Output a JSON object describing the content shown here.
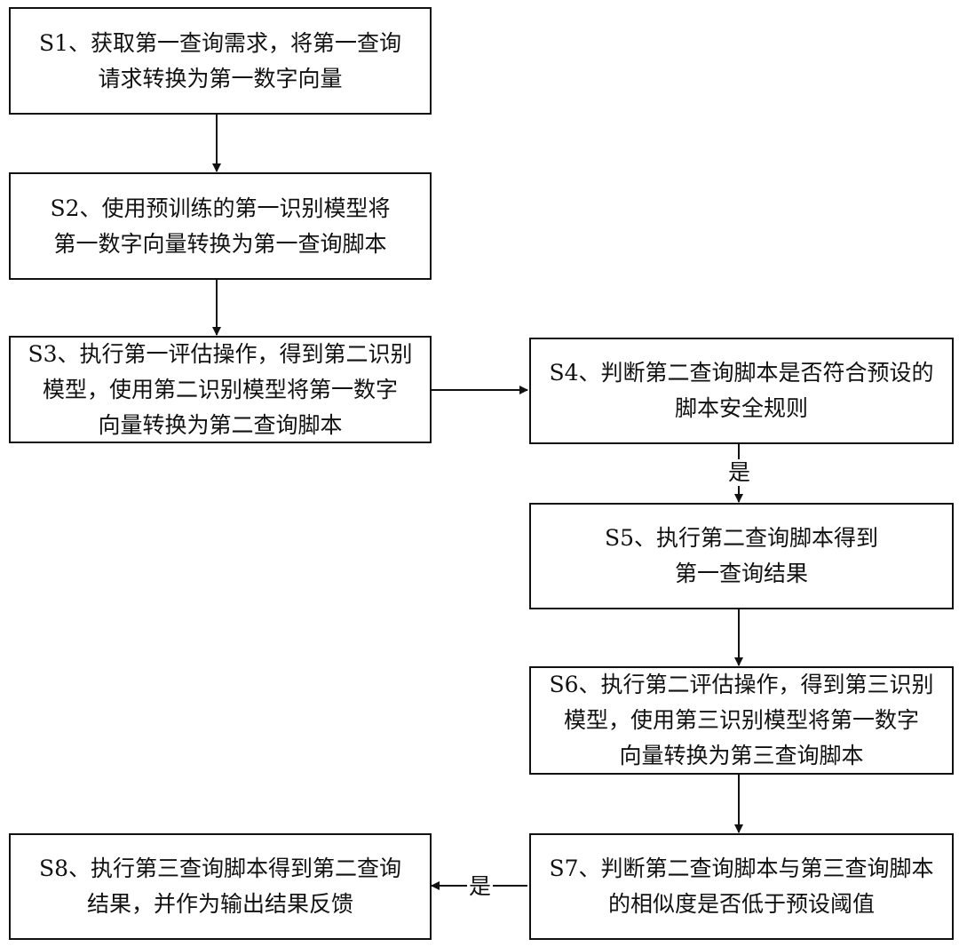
{
  "steps": {
    "s1": {
      "text": "S1、获取第一查询需求，将第一查询\n请求转换为第一数字向量"
    },
    "s2": {
      "text": "S2、使用预训练的第一识别模型将\n第一数字向量转换为第一查询脚本"
    },
    "s3": {
      "text": "S3、执行第一评估操作，得到第二识别\n模型，使用第二识别模型将第一数字\n向量转换为第二查询脚本"
    },
    "s4": {
      "text": "S4、判断第二查询脚本是否符合预设的\n脚本安全规则"
    },
    "s5": {
      "text": "S5、执行第二查询脚本得到\n第一查询结果"
    },
    "s6": {
      "text": "S6、执行第二评估操作，得到第三识别\n模型，使用第三识别模型将第一数字\n向量转换为第三查询脚本"
    },
    "s7": {
      "text": "S7、判断第二查询脚本与第三查询脚本\n的相似度是否低于预设阈值"
    },
    "s8": {
      "text": "S8、执行第三查询脚本得到第二查询\n结果，并作为输出结果反馈"
    }
  },
  "edges": {
    "s4_to_s5_label": "是",
    "s7_to_s8_label": "是"
  },
  "colors": {
    "stroke": "#111111",
    "background": "#ffffff"
  }
}
